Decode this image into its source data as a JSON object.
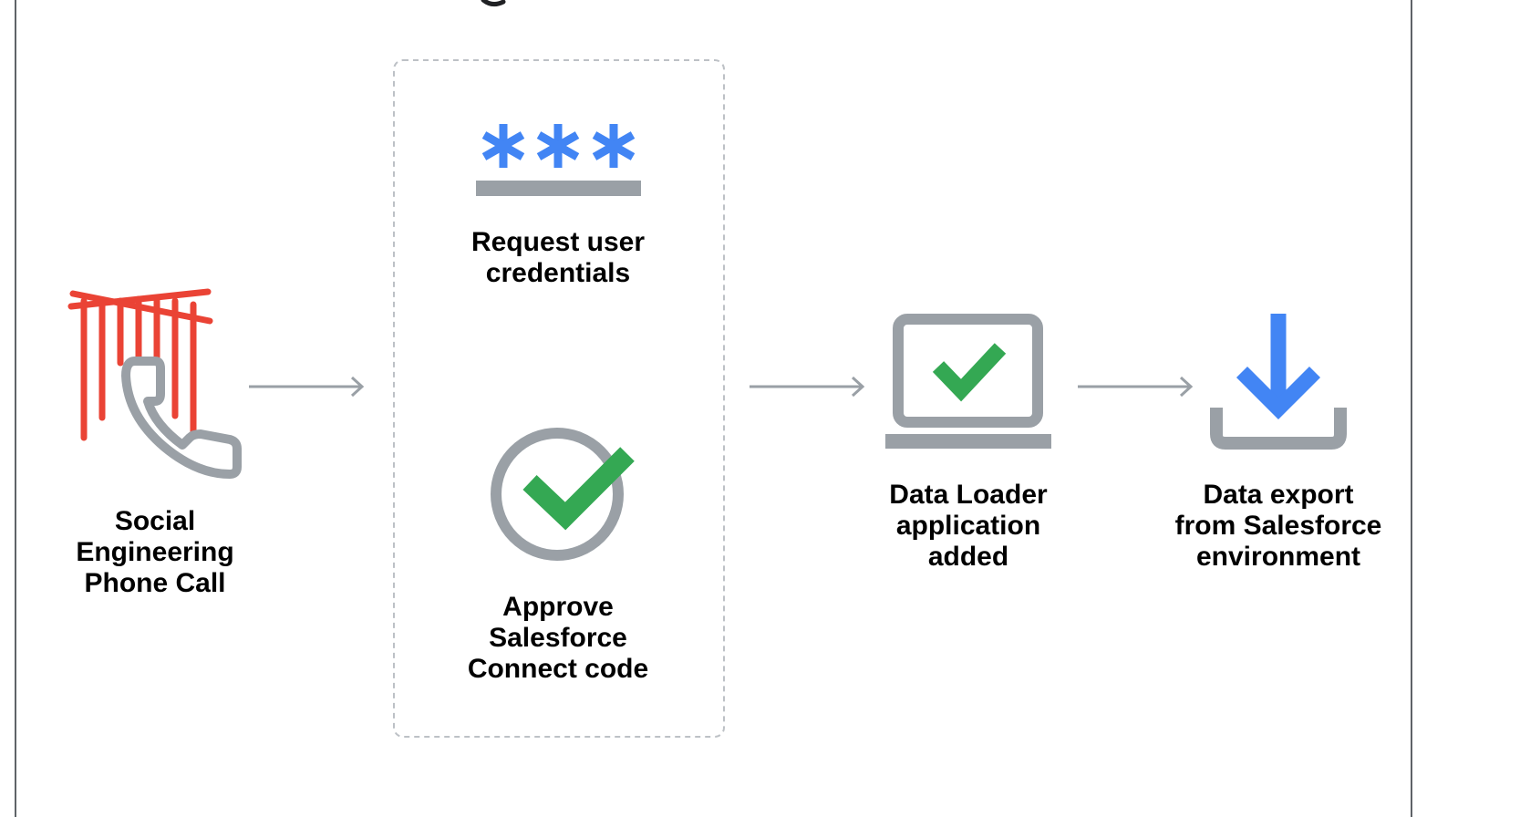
{
  "steps": {
    "phone_call": {
      "label": "Social\nEngineering\nPhone Call"
    },
    "request_credentials": {
      "label": "Request user\ncredentials"
    },
    "approve_code": {
      "label": "Approve\nSalesforce\nConnect code"
    },
    "data_loader": {
      "label": "Data Loader\napplication\nadded"
    },
    "data_export": {
      "label": "Data export\nfrom Salesforce\nenvironment"
    }
  },
  "icons": {
    "phone_call": "phone-ringing-icon",
    "request_credentials": "password-asterisks-icon",
    "approve_code": "check-circle-icon",
    "data_loader": "laptop-check-icon",
    "data_export": "download-icon"
  },
  "colors": {
    "red": "#ea4335",
    "blue": "#4285f4",
    "green": "#34a853",
    "gray": "#9aa0a6",
    "arrow": "#9aa0a6",
    "text": "#000000"
  }
}
